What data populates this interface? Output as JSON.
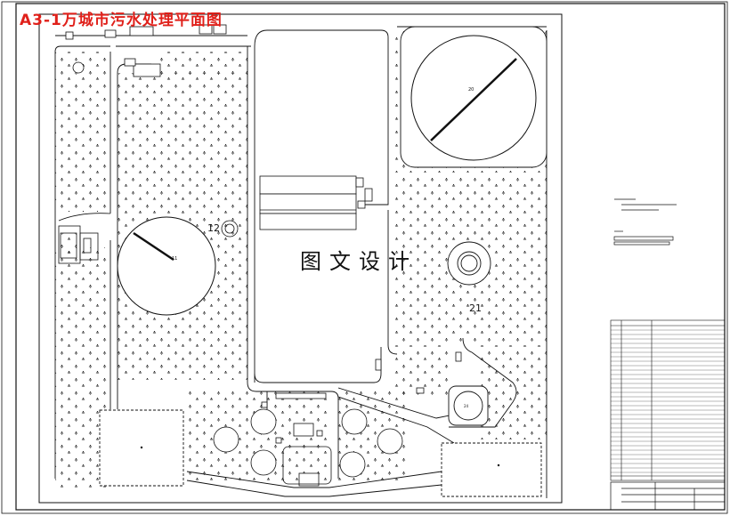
{
  "title": "A3-1万城市污水处理平面图",
  "watermark": "图文设计",
  "labels": {
    "pool_12": "12",
    "pool_21": "21",
    "pool_20": "20",
    "pool_11": "11",
    "pool_24": "24"
  },
  "colors": {
    "title": "#e0201a",
    "lines": "#111111",
    "background": "#ffffff"
  }
}
